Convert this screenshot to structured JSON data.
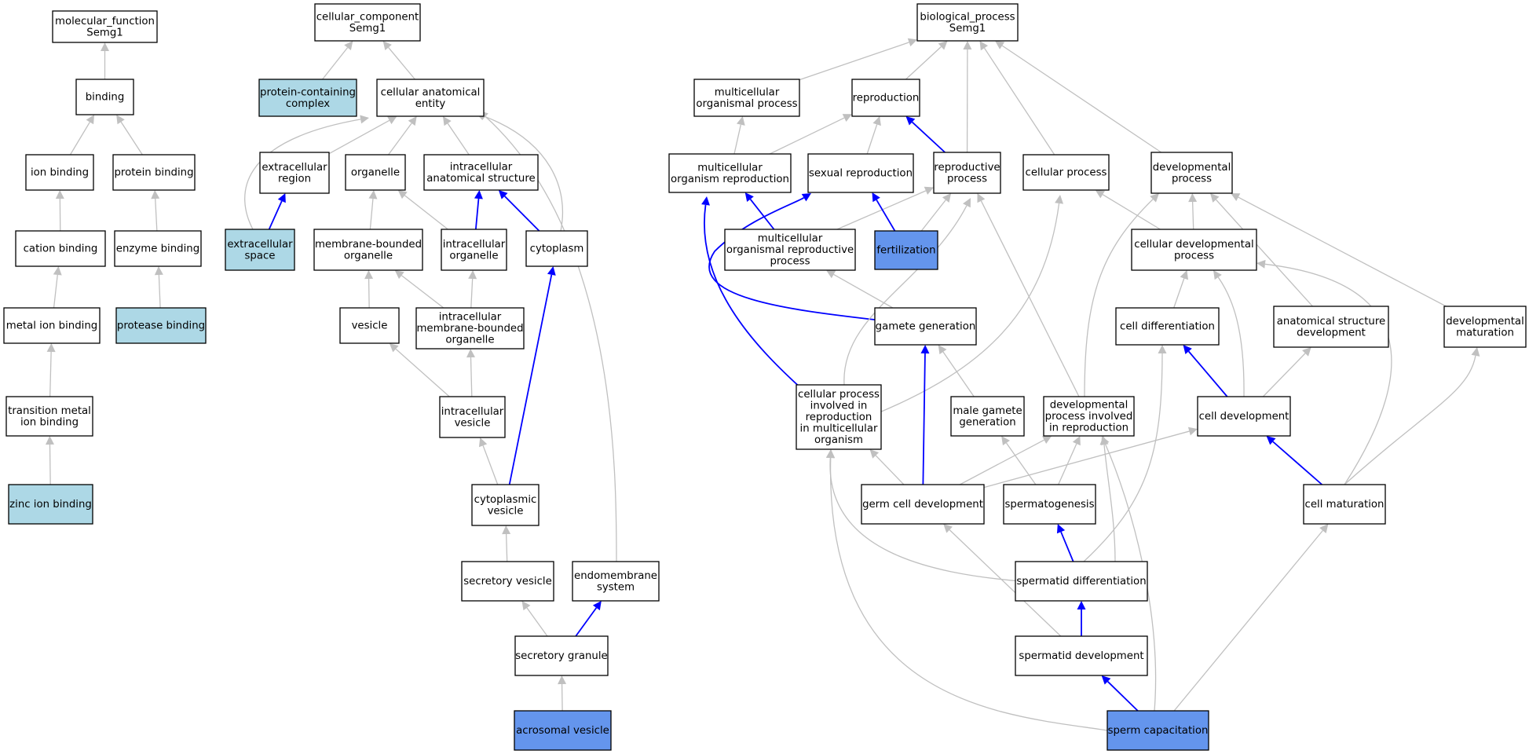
{
  "colors": {
    "plain": "#ffffff",
    "light": "#add8e6",
    "highlight": "#6495ed",
    "edge_gray": "#c0c0c0",
    "edge_blue": "#0000ff"
  },
  "nodes": {
    "mf": {
      "lines": [
        "molecular_function",
        "Semg1"
      ],
      "fill": "plain"
    },
    "binding": {
      "lines": [
        "binding"
      ],
      "fill": "plain"
    },
    "ion_binding": {
      "lines": [
        "ion binding"
      ],
      "fill": "plain"
    },
    "protein_binding": {
      "lines": [
        "protein binding"
      ],
      "fill": "plain"
    },
    "cation_binding": {
      "lines": [
        "cation binding"
      ],
      "fill": "plain"
    },
    "enzyme_binding": {
      "lines": [
        "enzyme binding"
      ],
      "fill": "plain"
    },
    "metal_ion_binding": {
      "lines": [
        "metal ion binding"
      ],
      "fill": "plain"
    },
    "protease_binding": {
      "lines": [
        "protease binding"
      ],
      "fill": "light"
    },
    "transition_metal": {
      "lines": [
        "transition metal",
        "ion binding"
      ],
      "fill": "plain"
    },
    "zinc_ion_binding": {
      "lines": [
        "zinc ion binding"
      ],
      "fill": "light"
    },
    "cc": {
      "lines": [
        "cellular_component",
        "Semg1"
      ],
      "fill": "plain"
    },
    "protein_complex": {
      "lines": [
        "protein-containing",
        "complex"
      ],
      "fill": "light"
    },
    "cell_anat_entity": {
      "lines": [
        "cellular anatomical",
        "entity"
      ],
      "fill": "plain"
    },
    "extracellular_region": {
      "lines": [
        "extracellular",
        "region"
      ],
      "fill": "plain"
    },
    "organelle": {
      "lines": [
        "organelle"
      ],
      "fill": "plain"
    },
    "intracell_anat_struct": {
      "lines": [
        "intracellular",
        "anatomical structure"
      ],
      "fill": "plain"
    },
    "extracellular_space": {
      "lines": [
        "extracellular",
        "space"
      ],
      "fill": "light"
    },
    "membrane_bounded": {
      "lines": [
        "membrane-bounded",
        "organelle"
      ],
      "fill": "plain"
    },
    "intracell_organelle": {
      "lines": [
        "intracellular",
        "organelle"
      ],
      "fill": "plain"
    },
    "cytoplasm": {
      "lines": [
        "cytoplasm"
      ],
      "fill": "plain"
    },
    "vesicle": {
      "lines": [
        "vesicle"
      ],
      "fill": "plain"
    },
    "intracell_mb_organelle": {
      "lines": [
        "intracellular",
        "membrane-bounded",
        "organelle"
      ],
      "fill": "plain"
    },
    "intracell_vesicle": {
      "lines": [
        "intracellular",
        "vesicle"
      ],
      "fill": "plain"
    },
    "cytoplasmic_vesicle": {
      "lines": [
        "cytoplasmic",
        "vesicle"
      ],
      "fill": "plain"
    },
    "secretory_vesicle": {
      "lines": [
        "secretory vesicle"
      ],
      "fill": "plain"
    },
    "endomembrane": {
      "lines": [
        "endomembrane",
        "system"
      ],
      "fill": "plain"
    },
    "secretory_granule": {
      "lines": [
        "secretory granule"
      ],
      "fill": "plain"
    },
    "acrosomal_vesicle": {
      "lines": [
        "acrosomal vesicle"
      ],
      "fill": "highlight"
    },
    "bp": {
      "lines": [
        "biological_process",
        "Semg1"
      ],
      "fill": "plain"
    },
    "multicell_org_proc": {
      "lines": [
        "multicellular",
        "organismal process"
      ],
      "fill": "plain"
    },
    "reproduction": {
      "lines": [
        "reproduction"
      ],
      "fill": "plain"
    },
    "multicell_org_repro": {
      "lines": [
        "multicellular",
        "organism reproduction"
      ],
      "fill": "plain"
    },
    "sexual_repro": {
      "lines": [
        "sexual reproduction"
      ],
      "fill": "plain"
    },
    "reproductive_proc": {
      "lines": [
        "reproductive",
        "process"
      ],
      "fill": "plain"
    },
    "cellular_process": {
      "lines": [
        "cellular process"
      ],
      "fill": "plain"
    },
    "developmental_proc": {
      "lines": [
        "developmental",
        "process"
      ],
      "fill": "plain"
    },
    "multicell_org_repro_proc": {
      "lines": [
        "multicellular",
        "organismal reproductive",
        "process"
      ],
      "fill": "plain"
    },
    "fertilization": {
      "lines": [
        "fertilization"
      ],
      "fill": "highlight"
    },
    "cell_dev_proc": {
      "lines": [
        "cellular developmental",
        "process"
      ],
      "fill": "plain"
    },
    "gamete_generation": {
      "lines": [
        "gamete generation"
      ],
      "fill": "plain"
    },
    "cell_differentiation": {
      "lines": [
        "cell differentiation"
      ],
      "fill": "plain"
    },
    "anat_struct_dev": {
      "lines": [
        "anatomical structure",
        "development"
      ],
      "fill": "plain"
    },
    "dev_maturation": {
      "lines": [
        "developmental",
        "maturation"
      ],
      "fill": "plain"
    },
    "cell_proc_repro": {
      "lines": [
        "cellular process",
        "involved in",
        "reproduction",
        "in multicellular",
        "organism"
      ],
      "fill": "plain"
    },
    "male_gamete_gen": {
      "lines": [
        "male gamete",
        "generation"
      ],
      "fill": "plain"
    },
    "dev_proc_repro": {
      "lines": [
        "developmental",
        "process involved",
        "in reproduction"
      ],
      "fill": "plain"
    },
    "cell_development": {
      "lines": [
        "cell development"
      ],
      "fill": "plain"
    },
    "germ_cell_dev": {
      "lines": [
        "germ cell development"
      ],
      "fill": "plain"
    },
    "spermatogenesis": {
      "lines": [
        "spermatogenesis"
      ],
      "fill": "plain"
    },
    "cell_maturation": {
      "lines": [
        "cell maturation"
      ],
      "fill": "plain"
    },
    "spermatid_diff": {
      "lines": [
        "spermatid differentiation"
      ],
      "fill": "plain"
    },
    "spermatid_dev": {
      "lines": [
        "spermatid development"
      ],
      "fill": "plain"
    },
    "sperm_capacitation": {
      "lines": [
        "sperm capacitation"
      ],
      "fill": "highlight"
    }
  },
  "edges": [
    {
      "from": "binding",
      "to": "mf",
      "color": "gray"
    },
    {
      "from": "ion_binding",
      "to": "binding",
      "color": "gray"
    },
    {
      "from": "protein_binding",
      "to": "binding",
      "color": "gray"
    },
    {
      "from": "cation_binding",
      "to": "ion_binding",
      "color": "gray"
    },
    {
      "from": "enzyme_binding",
      "to": "protein_binding",
      "color": "gray"
    },
    {
      "from": "metal_ion_binding",
      "to": "cation_binding",
      "color": "gray"
    },
    {
      "from": "protease_binding",
      "to": "enzyme_binding",
      "color": "gray"
    },
    {
      "from": "transition_metal",
      "to": "metal_ion_binding",
      "color": "gray"
    },
    {
      "from": "zinc_ion_binding",
      "to": "transition_metal",
      "color": "gray"
    },
    {
      "from": "protein_complex",
      "to": "cc",
      "color": "gray"
    },
    {
      "from": "cell_anat_entity",
      "to": "cc",
      "color": "gray"
    },
    {
      "from": "extracellular_region",
      "to": "cell_anat_entity",
      "color": "gray"
    },
    {
      "from": "organelle",
      "to": "cell_anat_entity",
      "color": "gray"
    },
    {
      "from": "intracell_anat_struct",
      "to": "cell_anat_entity",
      "color": "gray"
    },
    {
      "from": "extracellular_space",
      "to": "cell_anat_entity",
      "color": "gray",
      "bend": "extracellular_space"
    },
    {
      "from": "cytoplasm",
      "to": "cell_anat_entity",
      "color": "gray",
      "bend": "cytoplasm"
    },
    {
      "from": "endomembrane",
      "to": "cell_anat_entity",
      "color": "gray",
      "bend": "endomembrane"
    },
    {
      "from": "extracellular_space",
      "to": "extracellular_region",
      "color": "blue"
    },
    {
      "from": "membrane_bounded",
      "to": "organelle",
      "color": "gray"
    },
    {
      "from": "intracell_organelle",
      "to": "organelle",
      "color": "gray"
    },
    {
      "from": "intracell_organelle",
      "to": "intracell_anat_struct",
      "color": "blue"
    },
    {
      "from": "cytoplasm",
      "to": "intracell_anat_struct",
      "color": "blue"
    },
    {
      "from": "vesicle",
      "to": "membrane_bounded",
      "color": "gray"
    },
    {
      "from": "intracell_mb_organelle",
      "to": "membrane_bounded",
      "color": "gray"
    },
    {
      "from": "intracell_mb_organelle",
      "to": "intracell_organelle",
      "color": "gray"
    },
    {
      "from": "intracell_vesicle",
      "to": "vesicle",
      "color": "gray"
    },
    {
      "from": "intracell_vesicle",
      "to": "intracell_mb_organelle",
      "color": "gray"
    },
    {
      "from": "cytoplasmic_vesicle",
      "to": "intracell_vesicle",
      "color": "gray"
    },
    {
      "from": "cytoplasmic_vesicle",
      "to": "cytoplasm",
      "color": "blue"
    },
    {
      "from": "secretory_vesicle",
      "to": "cytoplasmic_vesicle",
      "color": "gray"
    },
    {
      "from": "secretory_granule",
      "to": "secretory_vesicle",
      "color": "gray"
    },
    {
      "from": "secretory_granule",
      "to": "endomembrane",
      "color": "blue"
    },
    {
      "from": "acrosomal_vesicle",
      "to": "secretory_granule",
      "color": "gray"
    },
    {
      "from": "multicell_org_proc",
      "to": "bp",
      "color": "gray"
    },
    {
      "from": "reproduction",
      "to": "bp",
      "color": "gray"
    },
    {
      "from": "reproductive_proc",
      "to": "bp",
      "color": "gray"
    },
    {
      "from": "cellular_process",
      "to": "bp",
      "color": "gray"
    },
    {
      "from": "developmental_proc",
      "to": "bp",
      "color": "gray"
    },
    {
      "from": "multicell_org_repro",
      "to": "multicell_org_proc",
      "color": "gray"
    },
    {
      "from": "multicell_org_repro",
      "to": "reproduction",
      "color": "gray"
    },
    {
      "from": "sexual_repro",
      "to": "reproduction",
      "color": "gray"
    },
    {
      "from": "reproductive_proc",
      "to": "reproduction",
      "color": "blue"
    },
    {
      "from": "multicell_org_repro_proc",
      "to": "multicell_org_repro",
      "color": "blue"
    },
    {
      "from": "multicell_org_repro_proc",
      "to": "reproductive_proc",
      "color": "gray"
    },
    {
      "from": "fertilization",
      "to": "sexual_repro",
      "color": "blue"
    },
    {
      "from": "fertilization",
      "to": "reproductive_proc",
      "color": "gray"
    },
    {
      "from": "gamete_generation",
      "to": "sexual_repro",
      "color": "blue",
      "bend": "gamete_sexual"
    },
    {
      "from": "gamete_generation",
      "to": "multicell_org_repro_proc",
      "color": "gray"
    },
    {
      "from": "cell_proc_repro",
      "to": "multicell_org_repro",
      "color": "blue",
      "bend": "cpr_mor"
    },
    {
      "from": "cell_proc_repro",
      "to": "reproductive_proc",
      "color": "gray",
      "bend": "cpr_rp"
    },
    {
      "from": "cell_proc_repro",
      "to": "cellular_process",
      "color": "gray",
      "bend": "cpr_cp"
    },
    {
      "from": "cell_dev_proc",
      "to": "cellular_process",
      "color": "gray"
    },
    {
      "from": "cell_dev_proc",
      "to": "developmental_proc",
      "color": "gray"
    },
    {
      "from": "anat_struct_dev",
      "to": "developmental_proc",
      "color": "gray"
    },
    {
      "from": "dev_maturation",
      "to": "developmental_proc",
      "color": "gray"
    },
    {
      "from": "dev_proc_repro",
      "to": "developmental_proc",
      "color": "gray",
      "bend": "dpr_dp"
    },
    {
      "from": "dev_proc_repro",
      "to": "reproductive_proc",
      "color": "gray"
    },
    {
      "from": "cell_differentiation",
      "to": "cell_dev_proc",
      "color": "gray"
    },
    {
      "from": "cell_development",
      "to": "cell_dev_proc",
      "color": "gray",
      "bend": "cd_cdp"
    },
    {
      "from": "cell_maturation",
      "to": "cell_dev_proc",
      "color": "gray",
      "bend": "cm_cdp"
    },
    {
      "from": "cell_development",
      "to": "cell_differentiation",
      "color": "blue"
    },
    {
      "from": "cell_development",
      "to": "anat_struct_dev",
      "color": "gray"
    },
    {
      "from": "male_gamete_gen",
      "to": "gamete_generation",
      "color": "gray"
    },
    {
      "from": "germ_cell_dev",
      "to": "gamete_generation",
      "color": "blue"
    },
    {
      "from": "germ_cell_dev",
      "to": "cell_proc_repro",
      "color": "gray"
    },
    {
      "from": "germ_cell_dev",
      "to": "dev_proc_repro",
      "color": "gray"
    },
    {
      "from": "germ_cell_dev",
      "to": "cell_development",
      "color": "gray"
    },
    {
      "from": "spermatogenesis",
      "to": "male_gamete_gen",
      "color": "gray"
    },
    {
      "from": "spermatogenesis",
      "to": "dev_proc_repro",
      "color": "gray"
    },
    {
      "from": "cell_maturation",
      "to": "cell_development",
      "color": "blue"
    },
    {
      "from": "cell_maturation",
      "to": "dev_maturation",
      "color": "gray",
      "bend": "cm_dm"
    },
    {
      "from": "spermatid_diff",
      "to": "spermatogenesis",
      "color": "blue"
    },
    {
      "from": "spermatid_diff",
      "to": "cell_proc_repro",
      "color": "gray",
      "bend": "sd_cpr"
    },
    {
      "from": "spermatid_diff",
      "to": "dev_proc_repro",
      "color": "gray",
      "bend": "sd_dpr"
    },
    {
      "from": "spermatid_diff",
      "to": "cell_differentiation",
      "color": "gray",
      "bend": "sd_cdiff"
    },
    {
      "from": "spermatid_dev",
      "to": "spermatid_diff",
      "color": "blue"
    },
    {
      "from": "spermatid_dev",
      "to": "germ_cell_dev",
      "color": "gray"
    },
    {
      "from": "sperm_capacitation",
      "to": "spermatid_dev",
      "color": "blue"
    },
    {
      "from": "sperm_capacitation",
      "to": "cell_maturation",
      "color": "gray"
    },
    {
      "from": "sperm_capacitation",
      "to": "cell_proc_repro",
      "color": "gray",
      "bend": "sc_cpr"
    },
    {
      "from": "sperm_capacitation",
      "to": "dev_proc_repro",
      "color": "gray",
      "bend": "sc_dpr"
    }
  ]
}
